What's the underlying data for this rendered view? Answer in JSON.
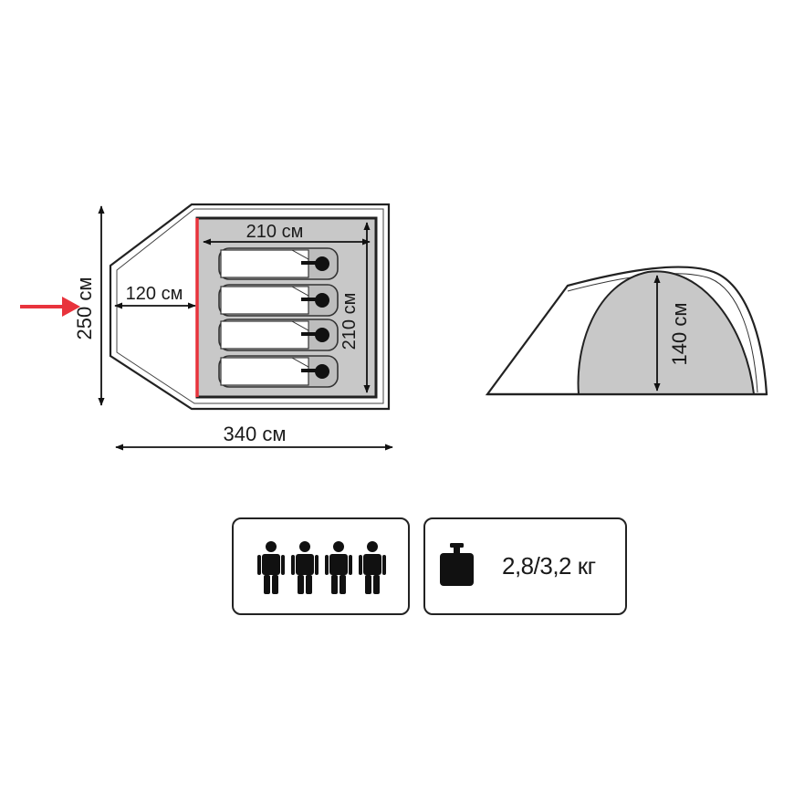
{
  "floor_plan": {
    "inner_length_label": "210 см",
    "inner_width_label": "210 см",
    "vestibule_label": "120 см",
    "total_width_label": "250 см",
    "total_length_label": "340 см",
    "entrance_color": "#e8333c",
    "inner_fill_color": "#c8c8c8",
    "sleeping_places": 4
  },
  "side_view": {
    "height_label": "140 см"
  },
  "specs": {
    "capacity_icon": "four-persons-icon",
    "weight_icon": "weight-icon",
    "weight_label": "2,8/3,2 кг"
  }
}
